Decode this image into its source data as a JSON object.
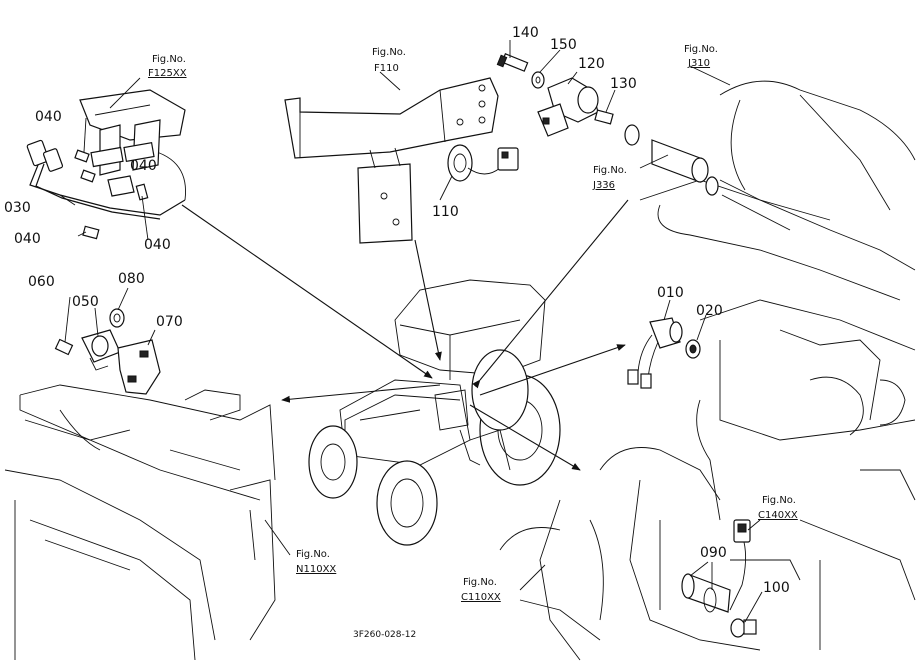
{
  "diagram": {
    "drawing_code": "3F260-028-12",
    "part_numbers": [
      "040",
      "040",
      "030",
      "040",
      "040",
      "060",
      "050",
      "080",
      "070",
      "140",
      "150",
      "120",
      "130",
      "110",
      "010",
      "020",
      "090",
      "100"
    ],
    "figure_refs": [
      {
        "fig": "Fig.No.",
        "code": "F125XX"
      },
      {
        "fig": "Fig.No.",
        "code": "F110"
      },
      {
        "fig": "Fig.No.",
        "code": "J310"
      },
      {
        "fig": "Fig.No.",
        "code": "J336"
      },
      {
        "fig": "Fig.No.",
        "code": "C140XX"
      },
      {
        "fig": "Fig.No.",
        "code": "N110XX"
      },
      {
        "fig": "Fig.No.",
        "code": "C110XX"
      }
    ]
  }
}
